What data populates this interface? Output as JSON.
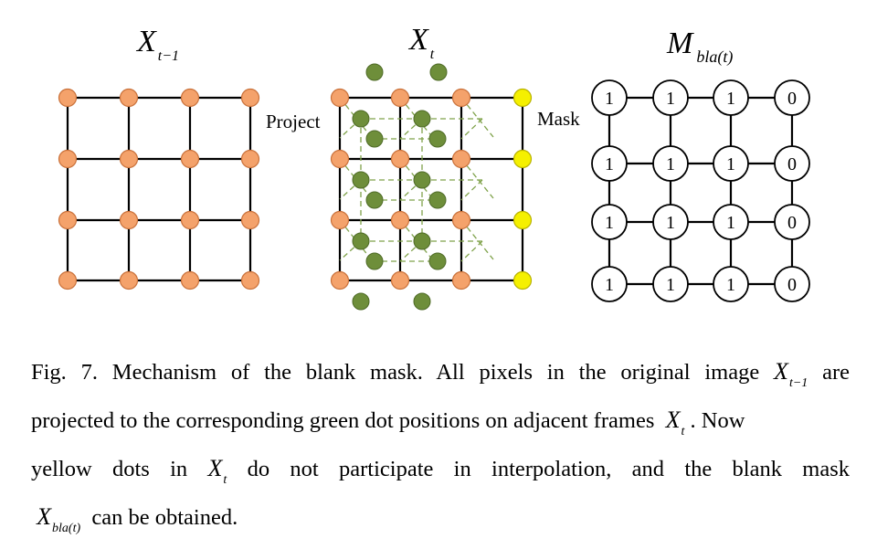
{
  "panels": {
    "left_title": {
      "main": "X",
      "sub": "t−1"
    },
    "middle_title": {
      "main": "X",
      "sub": "t"
    },
    "right_title": {
      "main": "M",
      "sub": "bla(t)"
    }
  },
  "labels": {
    "project": "Project",
    "mask": "Mask"
  },
  "mask_grid": [
    [
      "1",
      "1",
      "1",
      "0"
    ],
    [
      "1",
      "1",
      "1",
      "0"
    ],
    [
      "1",
      "1",
      "1",
      "0"
    ],
    [
      "1",
      "1",
      "1",
      "0"
    ]
  ],
  "colors": {
    "orange": "#F4A26B",
    "green": "#6E8E3A",
    "yellow": "#F5F000",
    "dash": "#7FA24A",
    "line": "#000000"
  },
  "caption": {
    "line1_a": "Fig. 7. Mechanism of the blank mask. All pixels in the original image",
    "line1_math": "X",
    "line1_sub": "t−1",
    "line1_b": "are",
    "line2_a": "projected to the corresponding green dot positions on adjacent frames",
    "line2_math": "X",
    "line2_sub": "t",
    "line2_b": ". Now",
    "line3_a": "yellow dots in",
    "line3_math": "X",
    "line3_sub": "t",
    "line3_b": "do not participate in interpolation, and the blank mask",
    "line4_math": "X",
    "line4_sub": "bla(t)",
    "line4_b": "can be obtained."
  }
}
